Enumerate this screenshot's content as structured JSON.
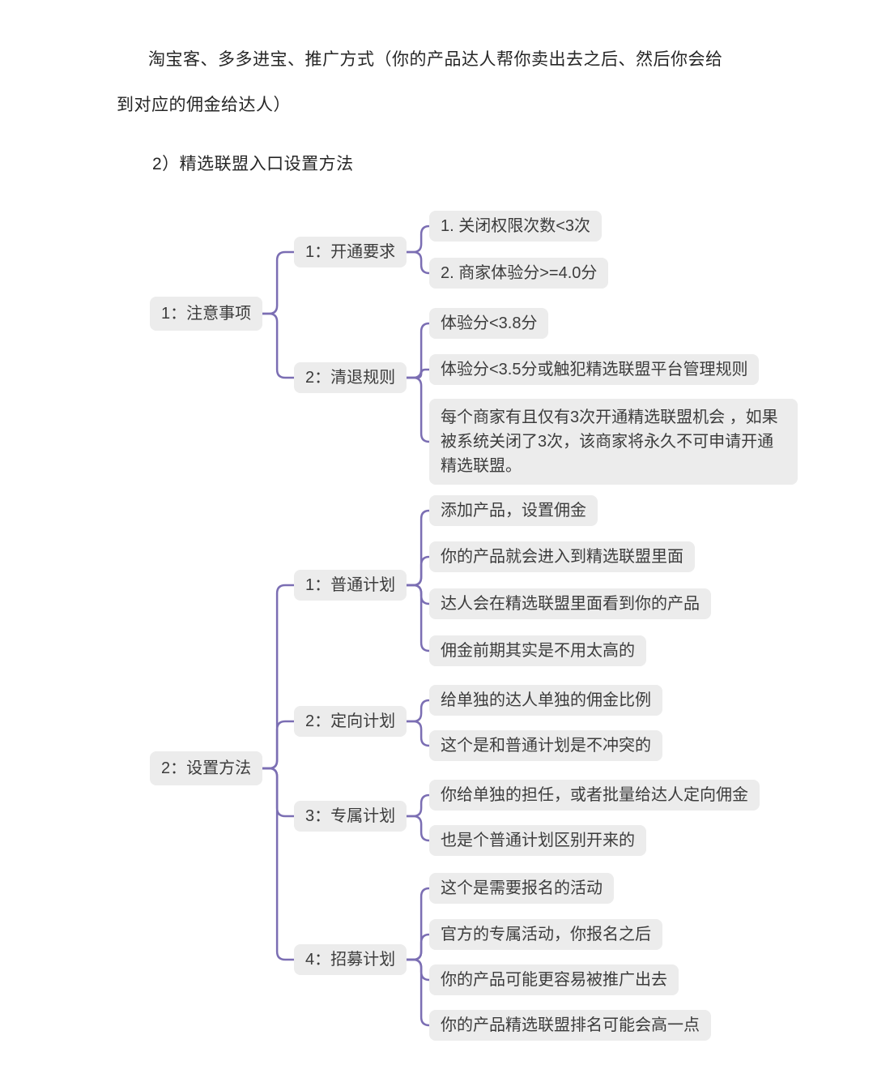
{
  "page": {
    "intro_line1": "淘宝客、多多进宝、推广方式（你的产品达人帮你卖出去之后、然后你会给",
    "intro_line2": "到对应的佣金给达人）",
    "section_heading": "2）精选联盟入口设置方法"
  },
  "colors": {
    "connector_color": "#7b6eb3",
    "node_bg": "#ececec",
    "text_color": "#3c3c3c"
  },
  "mindmap": {
    "n1": {
      "label": "1：注意事项"
    },
    "n11": {
      "label": "1：开通要求"
    },
    "l111": {
      "label": "1. 关闭权限次数<3次"
    },
    "l112": {
      "label": "2. 商家体验分>=4.0分"
    },
    "n12": {
      "label": "2：清退规则"
    },
    "l121": {
      "label": "体验分<3.8分"
    },
    "l122": {
      "label": "体验分<3.5分或触犯精选联盟平台管理规则"
    },
    "l123": {
      "label": "每个商家有且仅有3次开通精选联盟机会 ，如果被系统关闭了3次，该商家将永久不可申请开通精选联盟。"
    },
    "n2": {
      "label": "2：设置方法"
    },
    "n21": {
      "label": "1：普通计划"
    },
    "l211": {
      "label": "添加产品，设置佣金"
    },
    "l212": {
      "label": "你的产品就会进入到精选联盟里面"
    },
    "l213": {
      "label": "达人会在精选联盟里面看到你的产品"
    },
    "l214": {
      "label": "佣金前期其实是不用太高的"
    },
    "n22": {
      "label": "2：定向计划"
    },
    "l221": {
      "label": "给单独的达人单独的佣金比例"
    },
    "l222": {
      "label": "这个是和普通计划是不冲突的"
    },
    "n23": {
      "label": "3：专属计划"
    },
    "l231": {
      "label": "你给单独的担任，或者批量给达人定向佣金"
    },
    "l232": {
      "label": "也是个普通计划区别开来的"
    },
    "n24": {
      "label": "4：招募计划"
    },
    "l241": {
      "label": "这个是需要报名的活动"
    },
    "l242": {
      "label": "官方的专属活动，你报名之后"
    },
    "l243": {
      "label": "你的产品可能更容易被推广出去"
    },
    "l244": {
      "label": "你的产品精选联盟排名可能会高一点"
    }
  }
}
